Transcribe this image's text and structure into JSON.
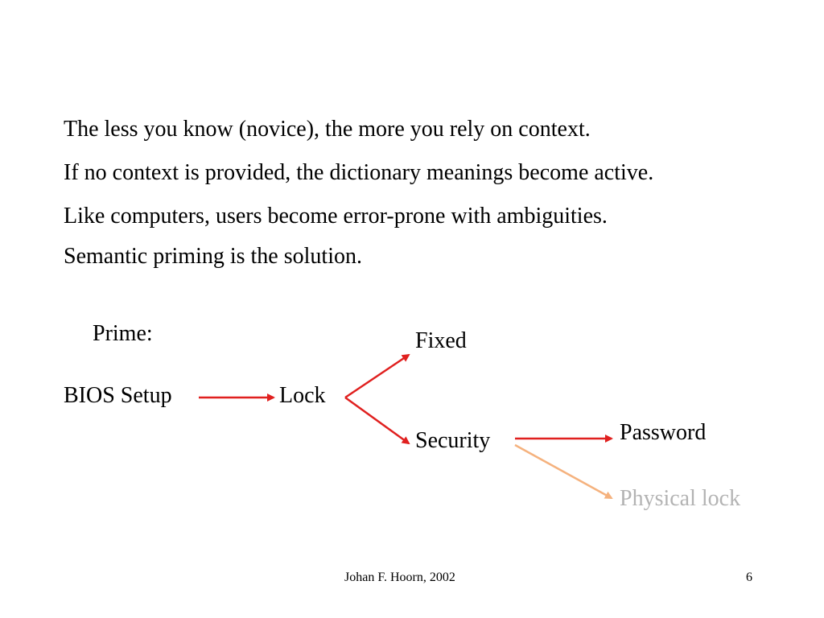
{
  "bullets": [
    "The less you know (novice), the more you rely on context.",
    "If no context is provided, the dictionary meanings become active.",
    "Like computers, users become error-prone with ambiguities.",
    "Semantic priming is the solution."
  ],
  "diagram": {
    "prime_label": "Prime:",
    "nodes": {
      "bios_setup": "BIOS Setup",
      "lock": "Lock",
      "fixed": "Fixed",
      "security": "Security",
      "password": "Password",
      "physical_lock": "Physical lock"
    },
    "colors": {
      "primary_arrow": "#e0201f",
      "weak_arrow": "#f5b27e",
      "weak_text": "#b3b3b3"
    }
  },
  "footer": {
    "author": "Johan F. Hoorn, 2002",
    "page_number": "6"
  }
}
